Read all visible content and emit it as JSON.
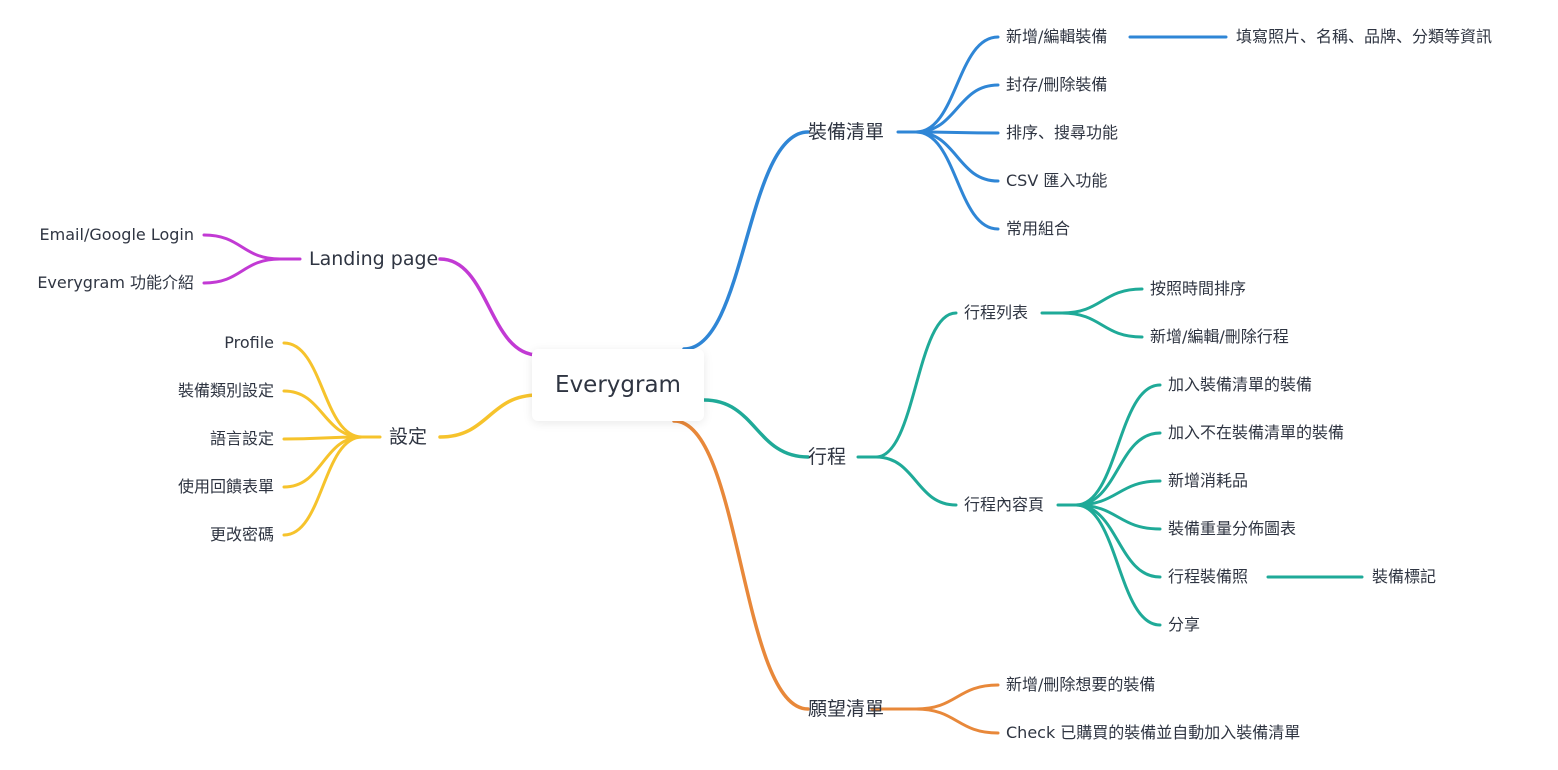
{
  "root": "Everygram",
  "branches": {
    "gear_list": {
      "label": "裝備清單",
      "color": "#2f86d6",
      "children": {
        "add_edit": "新增/編輯裝備",
        "add_edit_detail": "填寫照片、名稱、品牌、分類等資訊",
        "archive_delete": "封存/刪除裝備",
        "sort_search": "排序、搜尋功能",
        "csv_import": "CSV 匯入功能",
        "common_sets": "常用組合"
      }
    },
    "trips": {
      "label": "行程",
      "color": "#1faa98",
      "trip_list": {
        "label": "行程列表",
        "children": {
          "sort_by_time": "按照時間排序",
          "add_edit_delete": "新增/編輯/刪除行程"
        }
      },
      "trip_page": {
        "label": "行程內容頁",
        "children": {
          "add_from_list": "加入裝備清單的裝備",
          "add_not_in_list": "加入不在裝備清單的裝備",
          "add_consumables": "新增消耗品",
          "weight_chart": "裝備重量分佈圖表",
          "gear_photo": "行程裝備照",
          "gear_tag": "裝備標記",
          "share": "分享"
        }
      }
    },
    "wishlist": {
      "label": "願望清單",
      "color": "#e8883a",
      "children": {
        "add_delete": "新增/刪除想要的裝備",
        "check_bought": "Check 已購買的裝備並自動加入裝備清單"
      }
    },
    "landing": {
      "label": "Landing page",
      "color": "#c23ad4",
      "children": {
        "login": "Email/Google Login",
        "intro": "Everygram 功能介紹"
      }
    },
    "settings": {
      "label": "設定",
      "color": "#f6c32c",
      "children": {
        "profile": "Profile",
        "category": "裝備類別設定",
        "language": "語言設定",
        "feedback": "使用回饋表單",
        "password": "更改密碼"
      }
    }
  }
}
